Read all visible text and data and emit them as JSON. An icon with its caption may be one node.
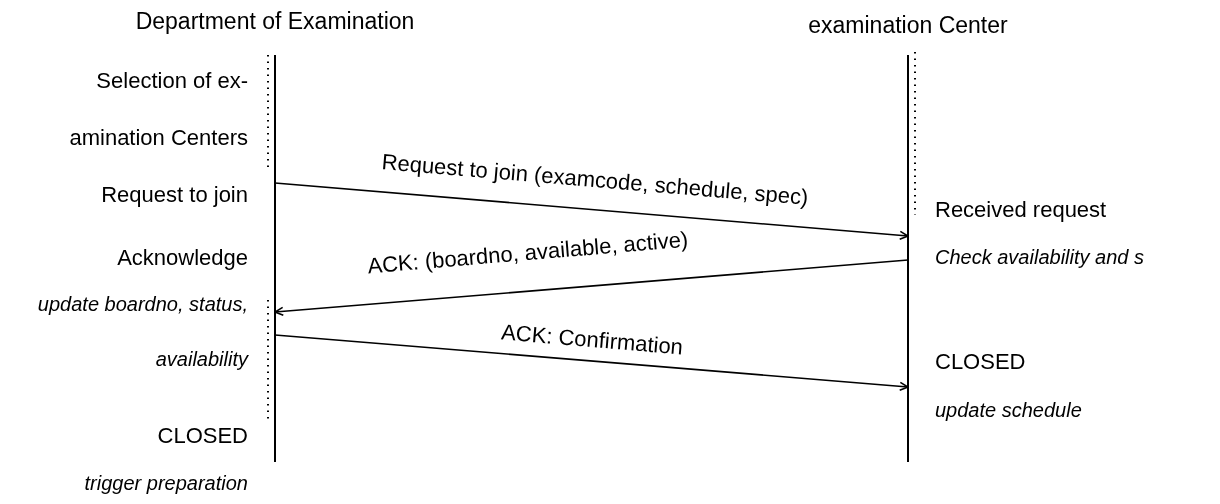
{
  "diagram": {
    "nodes": [
      {
        "text": [
          "Department of Examination"
        ]
      },
      {
        "text": [
          "examination Center"
        ]
      }
    ],
    "edges": [
      {
        "from": 0,
        "to": 1,
        "arrow": "to",
        "label": "Request to join (examcode, schedule, spec)"
      },
      {
        "from": 1,
        "to": 0,
        "arrow": "to",
        "label": "ACK: (boardno, available, active)"
      },
      {
        "from": 0,
        "to": 1,
        "arrow": "to",
        "label": "ACK: Confirmation"
      }
    ],
    "labels": [
      "Selection of ex-amination Centers",
      "Request to join",
      "Received request",
      "Acknowledge",
      "Check availability and s",
      "update boardno, status, availability",
      "CLOSED",
      "update schedule",
      "CLOSED",
      "trigger preparation"
    ]
  }
}
